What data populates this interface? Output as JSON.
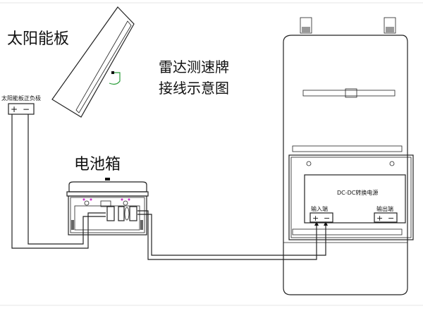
{
  "labels": {
    "solar_panel": "太阳能板",
    "title_line1": "雷达测速牌",
    "title_line2": "接线示意图",
    "solar_terminals": "太阳能板正负极",
    "battery_box": "电池箱",
    "dcdc": "DC-DC转换电源",
    "input": "输入端",
    "output": "输出端",
    "plus": "+",
    "minus": "−"
  },
  "colors": {
    "hook": "#2a9d3a",
    "led": "#cc33cc"
  }
}
